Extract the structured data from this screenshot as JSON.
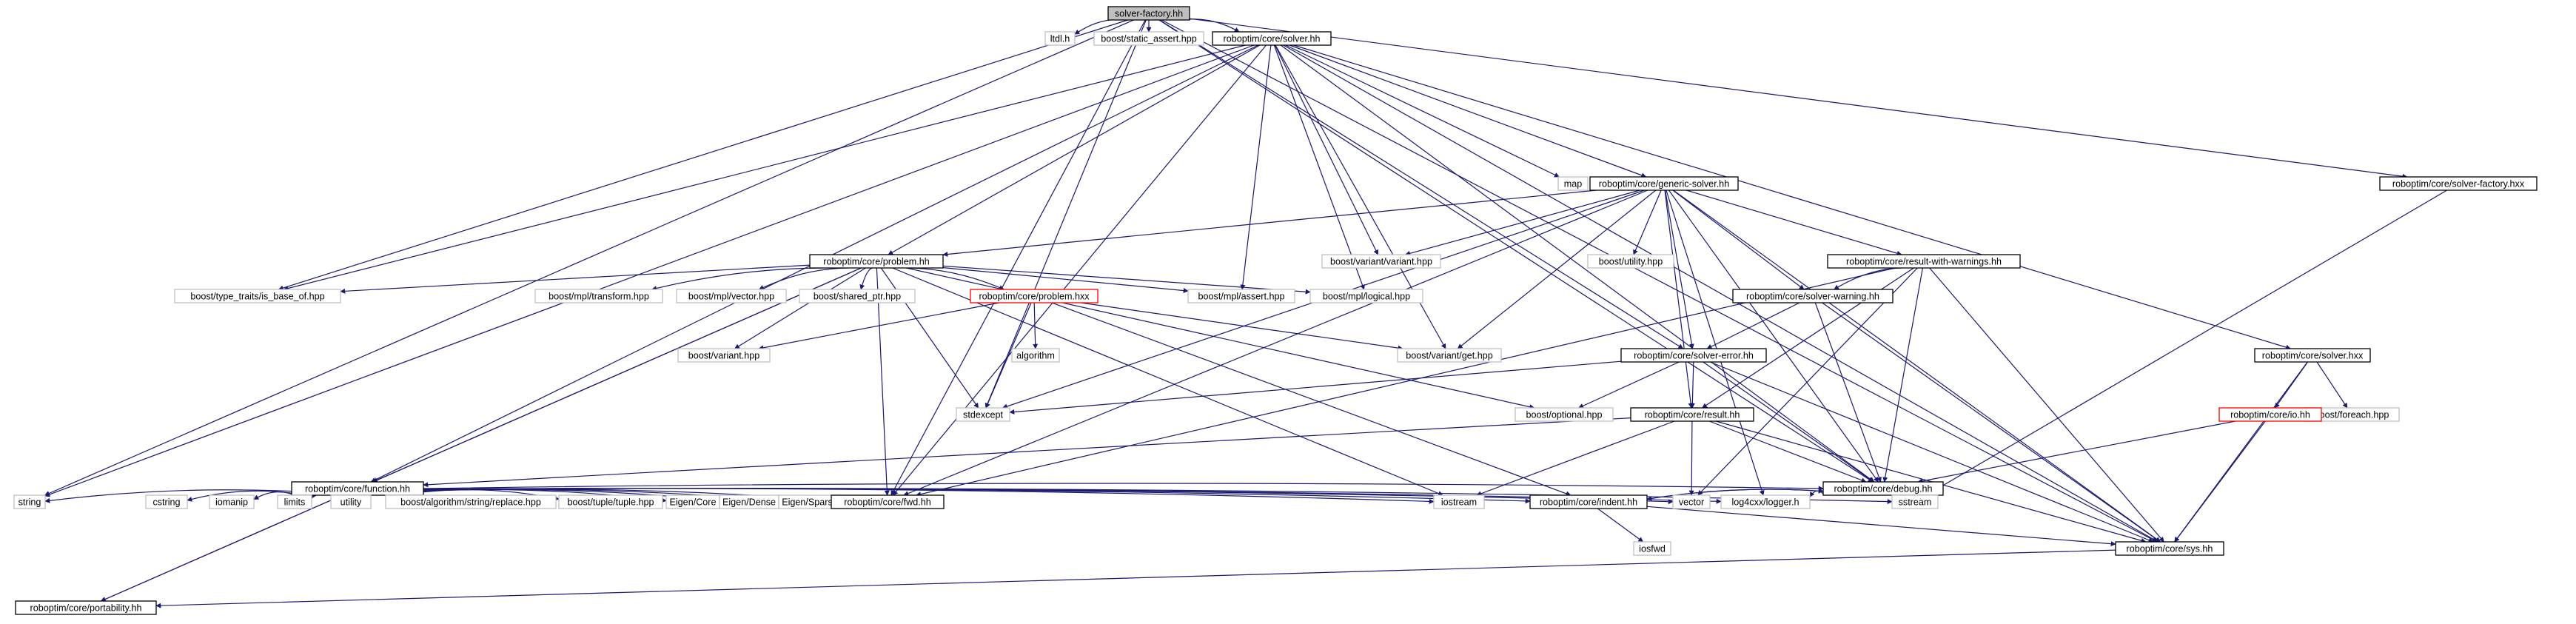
{
  "colors": {
    "edge": "#191970",
    "root_fill": "#bfbfbf",
    "root_border": "#000000",
    "documented_border": "#000000",
    "undocumented_border": "#bfbfbf",
    "truncated_border": "#ff0000",
    "background": "#ffffff"
  },
  "nodes": {
    "solver_factory_hh": "solver-factory.hh",
    "ltdl_h": "ltdl.h",
    "boost_static_assert": "boost/static_assert.hpp",
    "core_solver_hh": "roboptim/core/solver.hh",
    "core_solver_factory_hxx": "roboptim/core/solver-factory.hxx",
    "map": "map",
    "core_generic_solver_hh": "roboptim/core/generic-solver.hh",
    "core_problem_hh": "roboptim/core/problem.hh",
    "boost_variant_variant": "boost/variant/variant.hpp",
    "boost_utility": "boost/utility.hpp",
    "core_result_with_warnings_hh": "roboptim/core/result-with-warnings.hh",
    "boost_type_traits_is_base_of": "boost/type_traits/is_base_of.hpp",
    "boost_mpl_transform": "boost/mpl/transform.hpp",
    "boost_mpl_vector": "boost/mpl/vector.hpp",
    "boost_shared_ptr": "boost/shared_ptr.hpp",
    "core_problem_hxx": "roboptim/core/problem.hxx",
    "boost_mpl_assert": "boost/mpl/assert.hpp",
    "boost_mpl_logical": "boost/mpl/logical.hpp",
    "core_solver_warning_hh": "roboptim/core/solver-warning.hh",
    "core_solver_hxx": "roboptim/core/solver.hxx",
    "algorithm": "algorithm",
    "boost_variant_hpp": "boost/variant.hpp",
    "boost_variant_get": "boost/variant/get.hpp",
    "core_solver_error_hh": "roboptim/core/solver-error.hh",
    "boost_foreach": "boost/foreach.hpp",
    "stdexcept": "stdexcept",
    "boost_optional": "boost/optional.hpp",
    "core_io_hh": "roboptim/core/io.hh",
    "core_result_hh": "roboptim/core/result.hh",
    "core_function_hh": "roboptim/core/function.hh",
    "core_debug_hh": "roboptim/core/debug.hh",
    "string": "string",
    "cstring": "cstring",
    "iomanip": "iomanip",
    "limits": "limits",
    "utility": "utility",
    "boost_algorithm_string_replace": "boost/algorithm/string/replace.hpp",
    "boost_tuple": "boost/tuple/tuple.hpp",
    "eigen_core": "Eigen/Core",
    "eigen_dense": "Eigen/Dense",
    "eigen_sparse": "Eigen/Sparse",
    "core_fwd_hh": "roboptim/core/fwd.hh",
    "iostream": "iostream",
    "core_indent_hh": "roboptim/core/indent.hh",
    "vector": "vector",
    "log4cxx_logger": "log4cxx/logger.h",
    "sstream": "sstream",
    "iosfwd": "iosfwd",
    "core_sys_hh": "roboptim/core/sys.hh",
    "core_portability_hh": "roboptim/core/portability.hh"
  }
}
